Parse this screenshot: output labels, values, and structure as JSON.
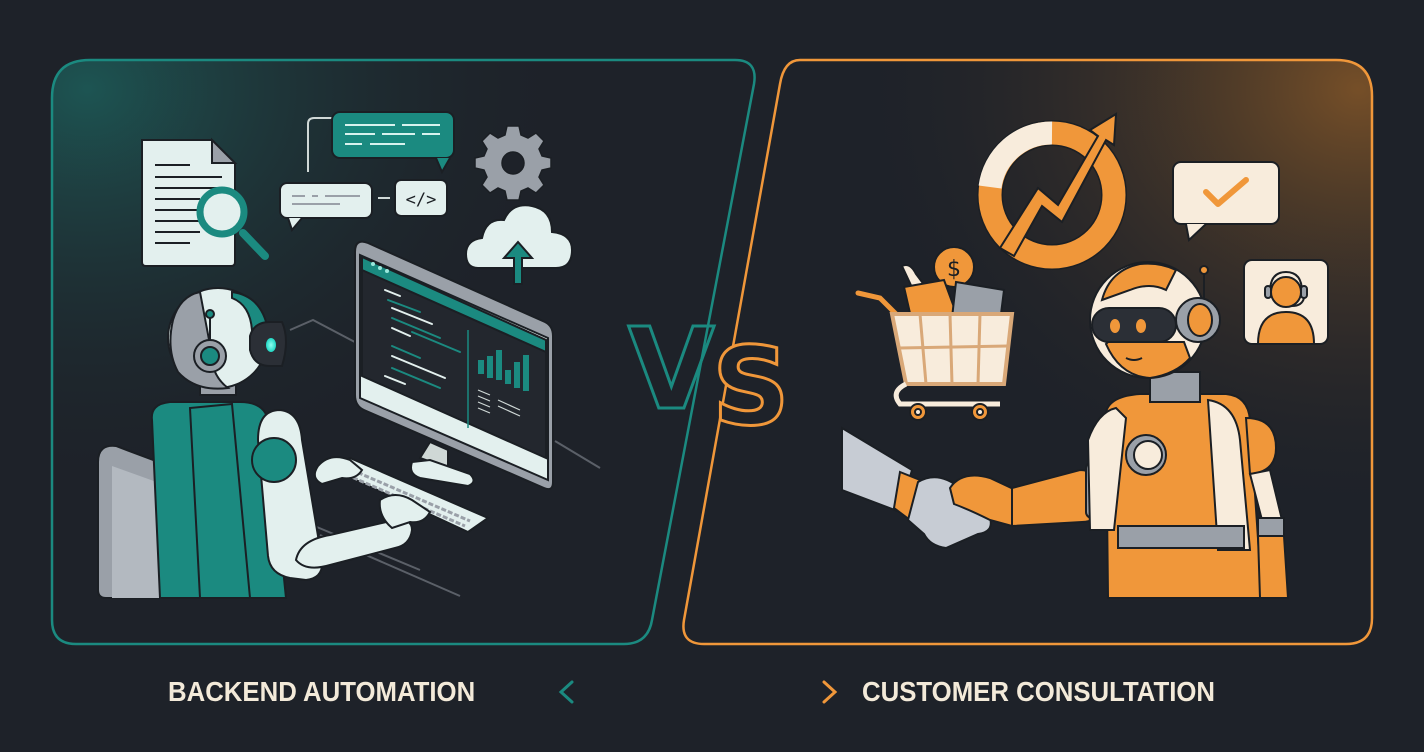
{
  "left_panel": {
    "label": "BACKEND AUTOMATION",
    "accent": "#1b8a80",
    "icons": [
      "document-search-icon",
      "chat-bubble-icon",
      "code-icon",
      "gear-icon",
      "cloud-upload-icon",
      "monitor-icon",
      "robot-icon",
      "keyboard-icon",
      "chair-icon"
    ],
    "code_symbol": "</>"
  },
  "divider": {
    "vs_text_v": "V",
    "vs_text_s": "S"
  },
  "right_panel": {
    "label": "CUSTOMER CONSULTATION",
    "accent": "#f0973a",
    "icons": [
      "growth-chart-icon",
      "check-message-icon",
      "support-agent-icon",
      "shopping-cart-icon",
      "dollar-coin-icon",
      "handshake-icon",
      "robot-icon"
    ],
    "currency_symbol": "$"
  },
  "colors": {
    "background": "#1e2229",
    "teal": "#1b8a80",
    "orange": "#f0973a",
    "cream": "#f8ecdc",
    "light": "#e3f0ee",
    "gray": "#9aa0a8"
  },
  "connector": {
    "type": "double-arrow"
  }
}
